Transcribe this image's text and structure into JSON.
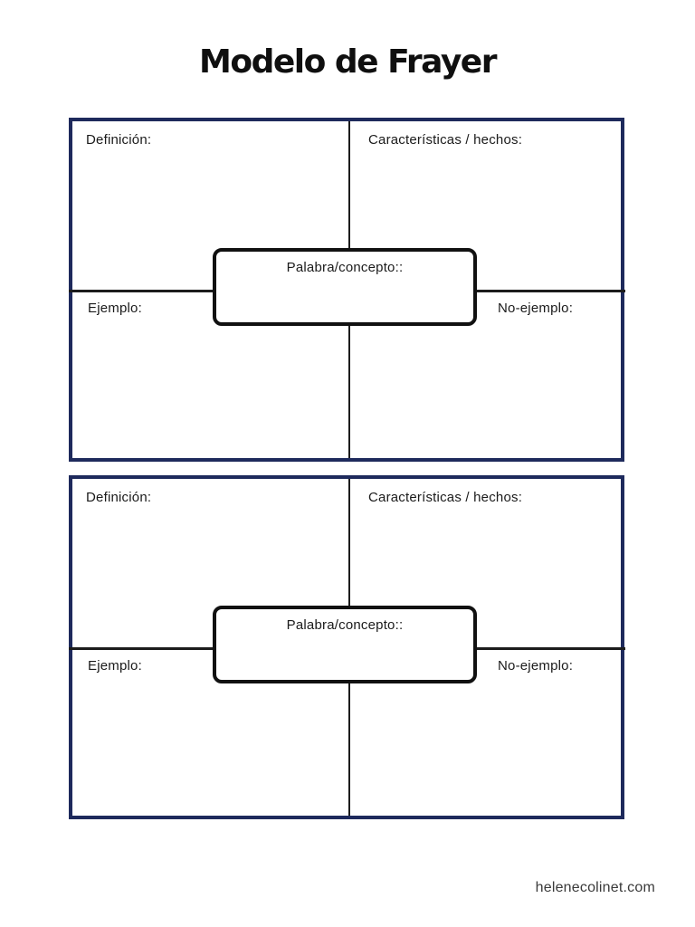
{
  "page": {
    "title": "Modelo de Frayer",
    "footer": "helenecolinet.com"
  },
  "colors": {
    "frame_navy": "#1e2a5c",
    "line_black": "#1c1c1c",
    "title_black": "#0f0f0f",
    "label_black": "#1b1b1b",
    "footer_gray": "#3a3a3a"
  },
  "diagrams": [
    {
      "quadrants": {
        "top_left": "Definición:",
        "top_right": "Características / hechos:",
        "bottom_left": "Ejemplo:",
        "bottom_right": "No-ejemplo:"
      },
      "center": "Palabra/concepto::"
    },
    {
      "quadrants": {
        "top_left": "Definición:",
        "top_right": "Características / hechos:",
        "bottom_left": "Ejemplo:",
        "bottom_right": "No-ejemplo:"
      },
      "center": "Palabra/concepto::"
    }
  ]
}
